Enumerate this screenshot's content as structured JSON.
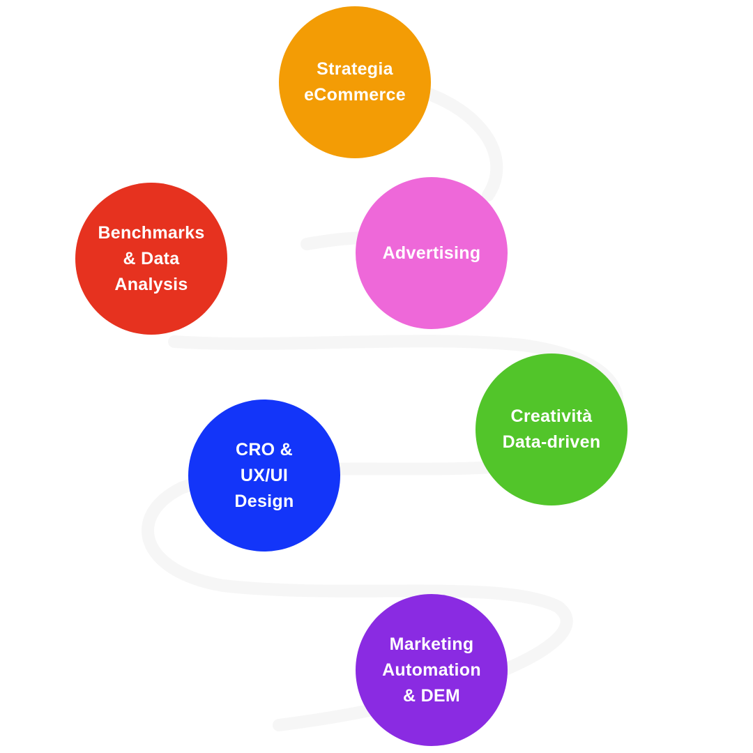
{
  "nodes": [
    {
      "id": "strategia",
      "label": "Strategia\neCommerce",
      "color": "#F39C05"
    },
    {
      "id": "benchmarks",
      "label": "Benchmarks\n& Data\nAnalysis",
      "color": "#E6321F"
    },
    {
      "id": "advertising",
      "label": "Advertising",
      "color": "#EE68D9"
    },
    {
      "id": "creativita",
      "label": "Creatività\nData-driven",
      "color": "#52C52A"
    },
    {
      "id": "cro",
      "label": "CRO &\nUX/UI\nDesign",
      "color": "#1335F9"
    },
    {
      "id": "marketing",
      "label": "Marketing\nAutomation\n& DEM",
      "color": "#8A2BE2"
    }
  ],
  "path_color": "#f6f6f6"
}
